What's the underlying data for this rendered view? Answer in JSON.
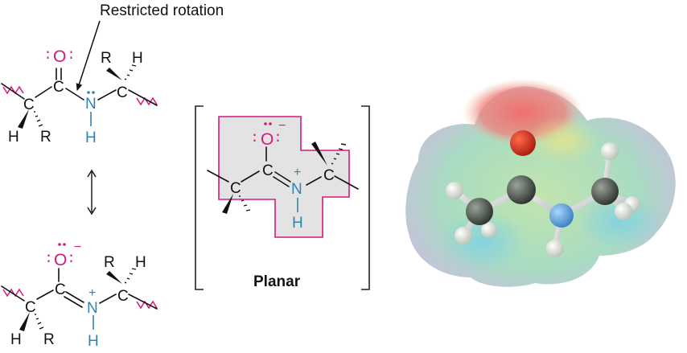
{
  "annotation": {
    "text": "Restricted rotation"
  },
  "labels": {
    "planar": "Planar"
  },
  "atoms": {
    "O": "O",
    "C": "C",
    "N": "N",
    "H": "H",
    "R": "R"
  },
  "symbols": {
    "plus": "+",
    "minus": "−",
    "lone_pair": "∶",
    "resonance_arrow": "↕"
  },
  "colors": {
    "oxygen": "#d5197f",
    "nitrogen": "#2f84b0",
    "planar_highlight_fill": "#e3e3e3",
    "planar_highlight_border": "#d5197f"
  }
}
